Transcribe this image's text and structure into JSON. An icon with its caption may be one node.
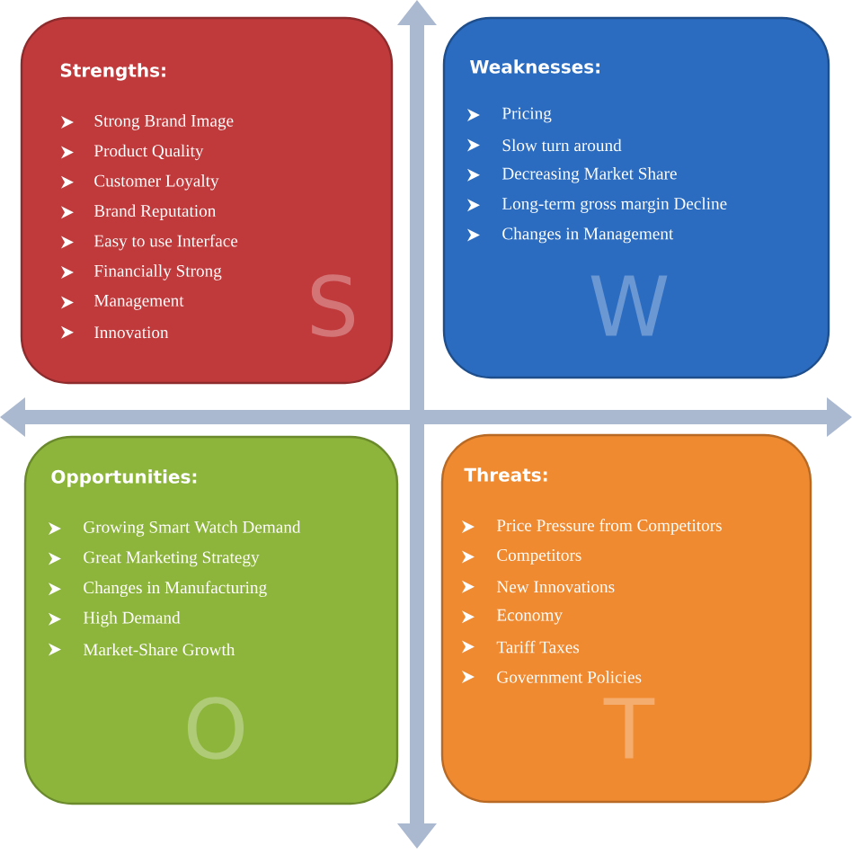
{
  "diagram": {
    "nodes": [
      {
        "text": [
          "Strengths:",
          "Strong Brand Image",
          "Product Quality",
          "Customer Loyalty",
          "Brand Reputation",
          "Easy to use Interface",
          "Financially  Strong",
          "Management",
          "Innovation"
        ]
      },
      {
        "text": [
          "Weaknesses:",
          "Pricing",
          "Slow turn around",
          "Decreasing Market Share",
          "Long-term gross margin  Decline",
          "Changes in Management"
        ]
      },
      {
        "text": [
          "Opportunities:",
          "Growing Smart Watch Demand",
          "Great Marketing Strategy",
          "Changes in Manufacturing",
          "High Demand",
          "Market-Share Growth"
        ]
      },
      {
        "text": [
          "Threats:",
          "Price Pressure from Competitors",
          "Competitors",
          "New Innovations",
          "Economy",
          "Tariff Taxes",
          "Government Policies"
        ]
      }
    ],
    "labels": [
      "S",
      "W",
      "O",
      "T"
    ]
  }
}
